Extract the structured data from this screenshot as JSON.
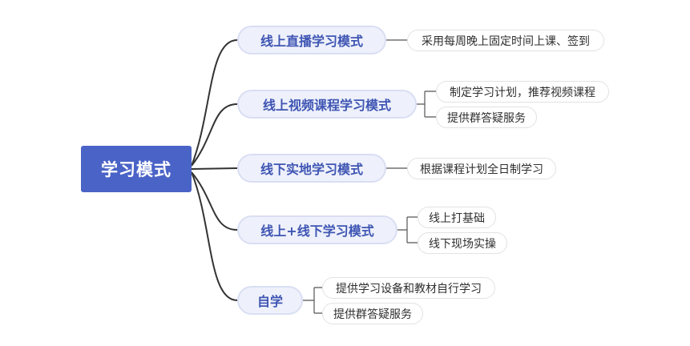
{
  "root": {
    "label": "学习模式"
  },
  "branches": [
    {
      "label": "线上直播学习模式",
      "children": [
        "采用每周晚上固定时间上课、签到"
      ]
    },
    {
      "label": "线上视频课程学习模式",
      "children": [
        "制定学习计划，推荐视频课程",
        "提供群答疑服务"
      ]
    },
    {
      "label": "线下实地学习模式",
      "children": [
        "根据课程计划全日制学习"
      ]
    },
    {
      "label": "线上+线下学习模式",
      "children": [
        "线上打基础",
        "线下现场实操"
      ]
    },
    {
      "label": "自学",
      "children": [
        "提供学习设备和教材自行学习",
        "提供群答疑服务"
      ]
    }
  ],
  "colors": {
    "root_fill": "#4a63c7",
    "branch_fill": "#eef1fb",
    "branch_text": "#3f55b3",
    "connector": "#333333"
  }
}
